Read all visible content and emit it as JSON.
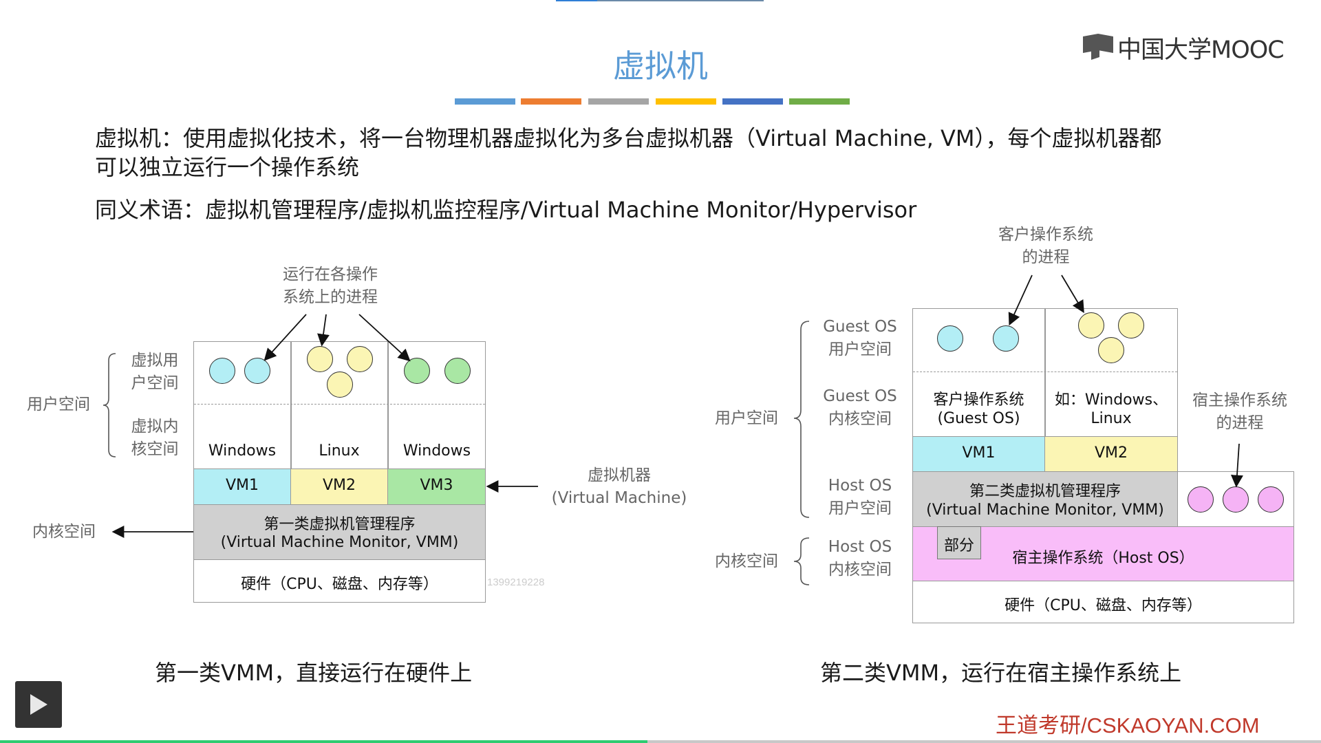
{
  "slide": {
    "title": "虚拟机",
    "color_bars": [
      "#5b9bd5",
      "#ed7d31",
      "#a5a5a5",
      "#ffc000",
      "#4472c4",
      "#70ad47"
    ],
    "logo_text": "中国大学MOOC",
    "definition_line1": "虚拟机：使用虚拟化技术，将一台物理机器虚拟化为多台虚拟机器（Virtual Machine, VM），每个虚拟机器都",
    "definition_line2": "可以独立运行一个操作系统",
    "synonyms": "同义术语：虚拟机管理程序/虚拟机监控程序/Virtual Machine Monitor/Hypervisor"
  },
  "left_diagram": {
    "processes_label_1": "运行在各操作",
    "processes_label_2": "系统上的进程",
    "user_space": "用户空间",
    "virtual_user_space_1": "虚拟用",
    "virtual_user_space_2": "户空间",
    "virtual_kernel_space_1": "虚拟内",
    "virtual_kernel_space_2": "核空间",
    "kernel_space": "内核空间",
    "os": [
      "Windows",
      "Linux",
      "Windows"
    ],
    "vms": [
      "VM1",
      "VM2",
      "VM3"
    ],
    "vm_label_1": "虚拟机器",
    "vm_label_2": "(Virtual Machine)",
    "vmm_line1": "第一类虚拟机管理程序",
    "vmm_line2": "(Virtual Machine Monitor, VMM)",
    "hardware": "硬件（CPU、磁盘、内存等）",
    "caption": "第一类VMM，直接运行在硬件上",
    "watermark": "1399219228"
  },
  "right_diagram": {
    "guest_proc_label_1": "客户操作系统",
    "guest_proc_label_2": "的进程",
    "guest_user_1": "Guest OS",
    "guest_user_2": "用户空间",
    "guest_kernel_1": "Guest OS",
    "guest_kernel_2": "内核空间",
    "host_user_1": "Host OS",
    "host_user_2": "用户空间",
    "host_kernel_1": "Host OS",
    "host_kernel_2": "内核空间",
    "user_space": "用户空间",
    "kernel_space": "内核空间",
    "guest_os_1": "客户操作系统",
    "guest_os_2": "(Guest OS)",
    "example_1": "如：Windows、",
    "example_2": "Linux",
    "vms": [
      "VM1",
      "VM2"
    ],
    "vmm_line1": "第二类虚拟机管理程序",
    "vmm_line2": "(Virtual Machine Monitor, VMM)",
    "host_proc_label_1": "宿主操作系统",
    "host_proc_label_2": "的进程",
    "partial": "部分",
    "host_os": "宿主操作系统（Host OS）",
    "hardware": "硬件（CPU、磁盘、内存等）",
    "caption": "第二类VMM，运行在宿主操作系统上"
  },
  "footer": {
    "brand": "王道考研/CSKAOYAN.COM",
    "progress": 0.49
  }
}
